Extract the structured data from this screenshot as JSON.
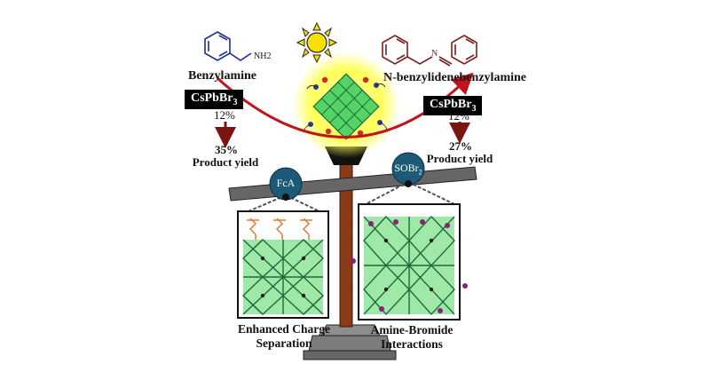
{
  "left": {
    "molecule_name": "Benzylamine",
    "amine_group": "NH2",
    "catalyst_label": "CsPbBr",
    "catalyst_subscript": "3",
    "initial_percent": "12%",
    "result_percent": "35%",
    "result_label": "Product yield",
    "pan_label": "FcA",
    "box_caption_line1": "Enhanced Charge",
    "box_caption_line2": "Separation"
  },
  "right": {
    "molecule_name": "N-benzylidenebenzylamine",
    "nitrogen_label": "N",
    "catalyst_label": "CsPbBr",
    "catalyst_subscript": "3",
    "initial_percent": "12%",
    "result_percent": "27%",
    "result_label": "Product yield",
    "pan_label": "SOBr",
    "pan_subscript": "2",
    "box_caption_line1": "Amine-Bromide",
    "box_caption_line2": "Interactions"
  },
  "colors": {
    "arrow_red": "#c0161b",
    "dark_arrow": "#7a1410",
    "molecule_left": "#1f2f8a",
    "molecule_right": "#7a1f1f",
    "beam": "#5e5e5e",
    "pan": "#1c5a78",
    "pole": "#8a3a16",
    "sun": "#f5e000",
    "glow": "#ffff66",
    "crystal": "#55d466",
    "octahedron": "#1d6b3a"
  }
}
